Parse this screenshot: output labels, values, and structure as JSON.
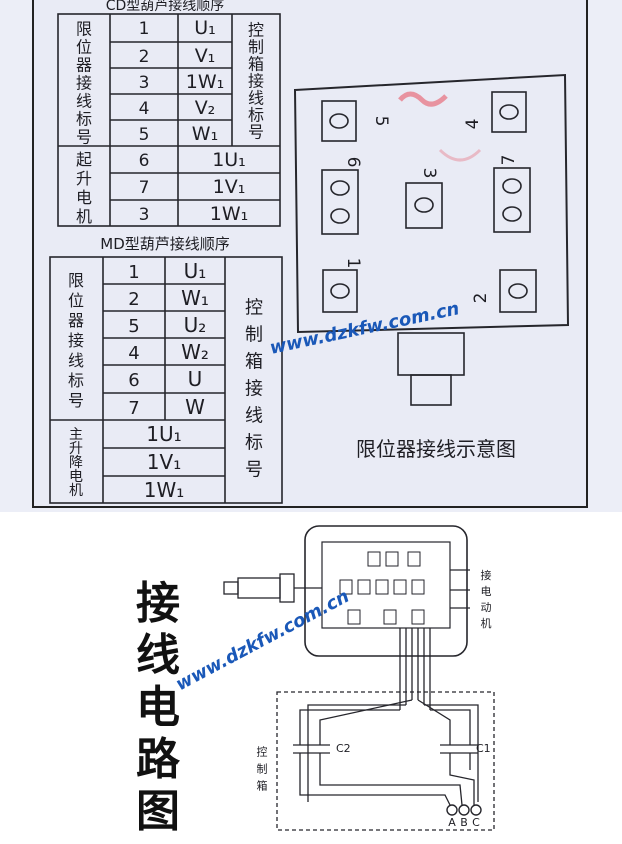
{
  "cd": {
    "title": "CD型葫芦接线顺序",
    "left_label": "限位器接线标号",
    "mid_label": "控制箱接线标号",
    "rows": [
      {
        "n": "1",
        "t": "U₁"
      },
      {
        "n": "2",
        "t": "V₁"
      },
      {
        "n": "3",
        "t": "1W₁"
      },
      {
        "n": "4",
        "t": "V₂"
      },
      {
        "n": "5",
        "t": "W₁"
      }
    ],
    "motor_label": "起升电机",
    "motor_rows": [
      {
        "n": "6",
        "t": "1U₁"
      },
      {
        "n": "7",
        "t": "1V₁"
      },
      {
        "n": "3",
        "t": "1W₁"
      }
    ]
  },
  "md": {
    "title": "MD型葫芦接线顺序",
    "left_label": "限位器接线标号",
    "right_label": "控制箱接线标号",
    "rows": [
      {
        "n": "1",
        "t": "U₁"
      },
      {
        "n": "2",
        "t": "W₁"
      },
      {
        "n": "5",
        "t": "U₂"
      },
      {
        "n": "4",
        "t": "W₂"
      },
      {
        "n": "6",
        "t": "U"
      },
      {
        "n": "7",
        "t": "W"
      }
    ],
    "motor_label": "主升降电机",
    "motor_rows": [
      "1U₁",
      "1V₁",
      "1W₁"
    ]
  },
  "limiter": {
    "caption": "限位器接线示意图",
    "terminals": [
      "5",
      "4",
      "6",
      "3",
      "7",
      "1",
      "2"
    ]
  },
  "watermark": "www.dzkfw.com.cn",
  "circuit": {
    "big_title": "接线电路图",
    "motor_label": "接电动机",
    "box_label": "控制箱",
    "c1": "C1",
    "c2": "C2",
    "phases": [
      "A",
      "B",
      "C"
    ]
  },
  "colors": {
    "ink": "#1e1e24",
    "watermark": "#1a58b8",
    "paper": "#e9ebf5",
    "stamp": "#e84a5a"
  }
}
